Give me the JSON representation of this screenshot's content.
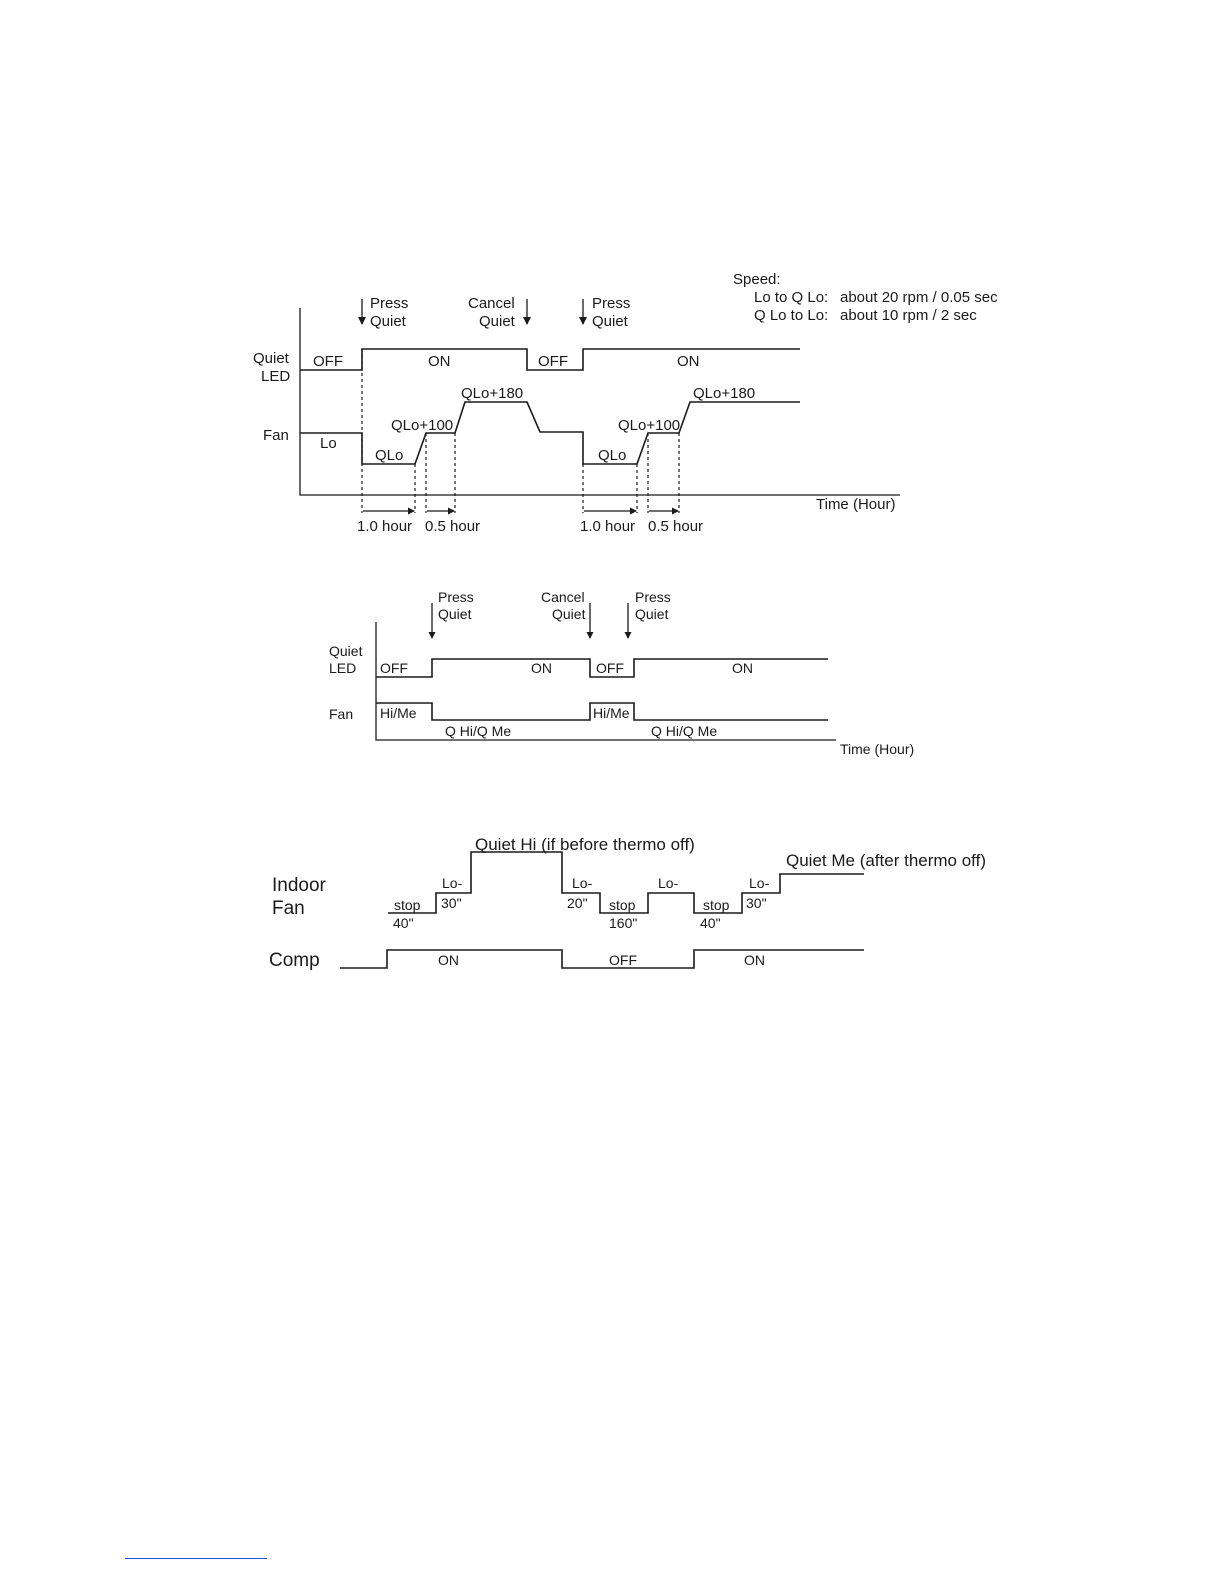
{
  "diagram1": {
    "speed_title": "Speed:",
    "speed_row1_label": "Lo to Q Lo:",
    "speed_row1_value": "about 20 rpm / 0.05 sec",
    "speed_row2_label": "Q Lo to Lo:",
    "speed_row2_value": "about 10 rpm / 2 sec",
    "press1": [
      "Press",
      "Quiet"
    ],
    "cancel": [
      "Cancel",
      "Quiet"
    ],
    "press2": [
      "Press",
      "Quiet"
    ],
    "row_led": [
      "Quiet",
      "LED"
    ],
    "row_fan": "Fan",
    "led_off": "OFF",
    "led_on": "ON",
    "fan_lo": "Lo",
    "fan_qlo": "QLo",
    "fan_qlo100": "QLo+100",
    "fan_qlo180": "QLo+180",
    "dur_1h": "1.0 hour",
    "dur_05h": "0.5 hour",
    "time_axis": "Time (Hour)"
  },
  "diagram2": {
    "press1": [
      "Press",
      "Quiet"
    ],
    "cancel": [
      "Cancel",
      "Quiet"
    ],
    "press2": [
      "Press",
      "Quiet"
    ],
    "row_led": [
      "Quiet",
      "LED"
    ],
    "row_fan": "Fan",
    "led_off": "OFF",
    "led_on": "ON",
    "fan_hime": "Hi/Me",
    "fan_quiet": "Q Hi/Q Me",
    "time_axis": "Time (Hour)"
  },
  "diagram3": {
    "row_indoor": [
      "Indoor",
      "Fan"
    ],
    "row_comp": "Comp",
    "quiet_hi": "Quiet Hi (if before thermo off)",
    "quiet_me": "Quiet Me (after thermo off)",
    "stop": "stop",
    "lo": "Lo-",
    "t40": "40\"",
    "t30": "30\"",
    "t20": "20\"",
    "t160": "160\"",
    "comp_on": "ON",
    "comp_off": "OFF"
  }
}
